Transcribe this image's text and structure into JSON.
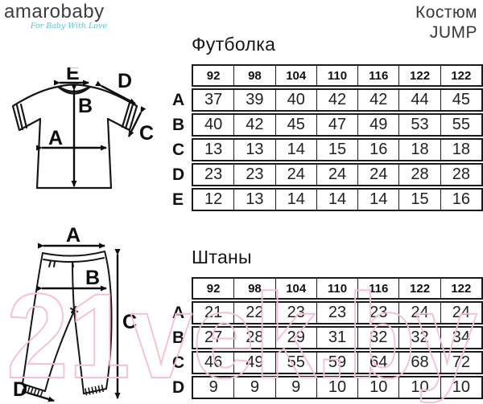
{
  "brand": {
    "logo_text": "amarobaby",
    "tagline": "For Baby With Love"
  },
  "product": {
    "title_line1": "Костюм",
    "title_line2": "JUMP"
  },
  "watermark": "21vek.by",
  "colors": {
    "watermark_pink": "#f6c0cc",
    "tagline_teal": "#5fc0c5",
    "ink": "#1a1a1a"
  },
  "tshirt": {
    "title": "Футболка",
    "sizes": [
      "92",
      "98",
      "104",
      "110",
      "116",
      "122",
      "122"
    ],
    "rows": [
      {
        "label": "A",
        "values": [
          "37",
          "39",
          "40",
          "42",
          "42",
          "44",
          "45"
        ]
      },
      {
        "label": "B",
        "values": [
          "40",
          "42",
          "45",
          "47",
          "49",
          "53",
          "55"
        ]
      },
      {
        "label": "C",
        "values": [
          "13",
          "13",
          "14",
          "15",
          "16",
          "18",
          "18"
        ]
      },
      {
        "label": "D",
        "values": [
          "23",
          "23",
          "24",
          "24",
          "24",
          "28",
          "28"
        ]
      },
      {
        "label": "E",
        "values": [
          "12",
          "13",
          "14",
          "14",
          "14",
          "15",
          "16"
        ]
      }
    ]
  },
  "pants": {
    "title": "Штаны",
    "sizes": [
      "92",
      "98",
      "104",
      "110",
      "116",
      "122",
      "122"
    ],
    "rows": [
      {
        "label": "A",
        "values": [
          "21",
          "22",
          "23",
          "23",
          "23",
          "24",
          "24"
        ]
      },
      {
        "label": "B",
        "values": [
          "27",
          "28",
          "29",
          "31",
          "32",
          "32",
          "34"
        ]
      },
      {
        "label": "C",
        "values": [
          "46",
          "49",
          "55",
          "59",
          "64",
          "68",
          "72"
        ]
      },
      {
        "label": "D",
        "values": [
          "9",
          "9",
          "9",
          "10",
          "10",
          "10",
          "10"
        ]
      }
    ]
  }
}
